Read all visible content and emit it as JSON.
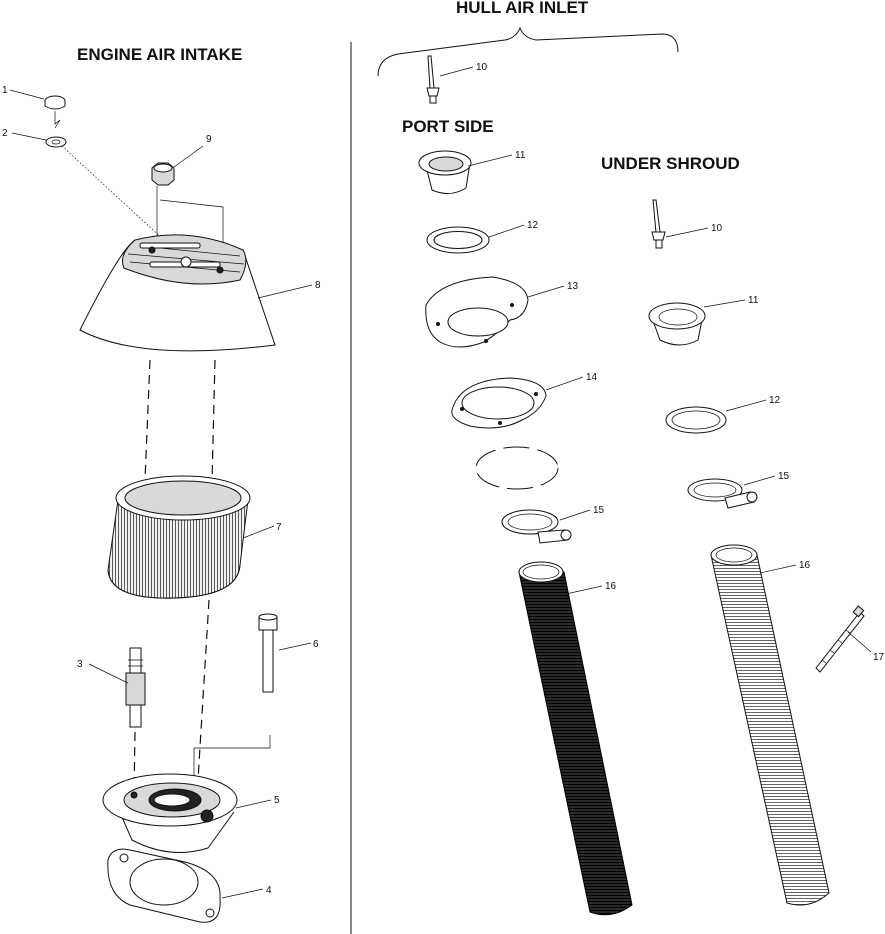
{
  "headings": {
    "engine_air_intake": "ENGINE AIR INTAKE",
    "hull_air_inlet": "HULL AIR INLET",
    "port_side": "PORT SIDE",
    "under_shroud": "UNDER SHROUD"
  },
  "callouts": {
    "c1": "1",
    "c2": "2",
    "c3": "3",
    "c4": "4",
    "c5": "5",
    "c6": "6",
    "c7": "7",
    "c8": "8",
    "c9": "9",
    "p10": "10",
    "p11": "11",
    "p12": "12",
    "p13": "13",
    "p14": "14",
    "p15": "15",
    "p16": "16",
    "u10": "10",
    "u11": "11",
    "u12": "12",
    "u15": "15",
    "u16": "16",
    "u17": "17"
  }
}
